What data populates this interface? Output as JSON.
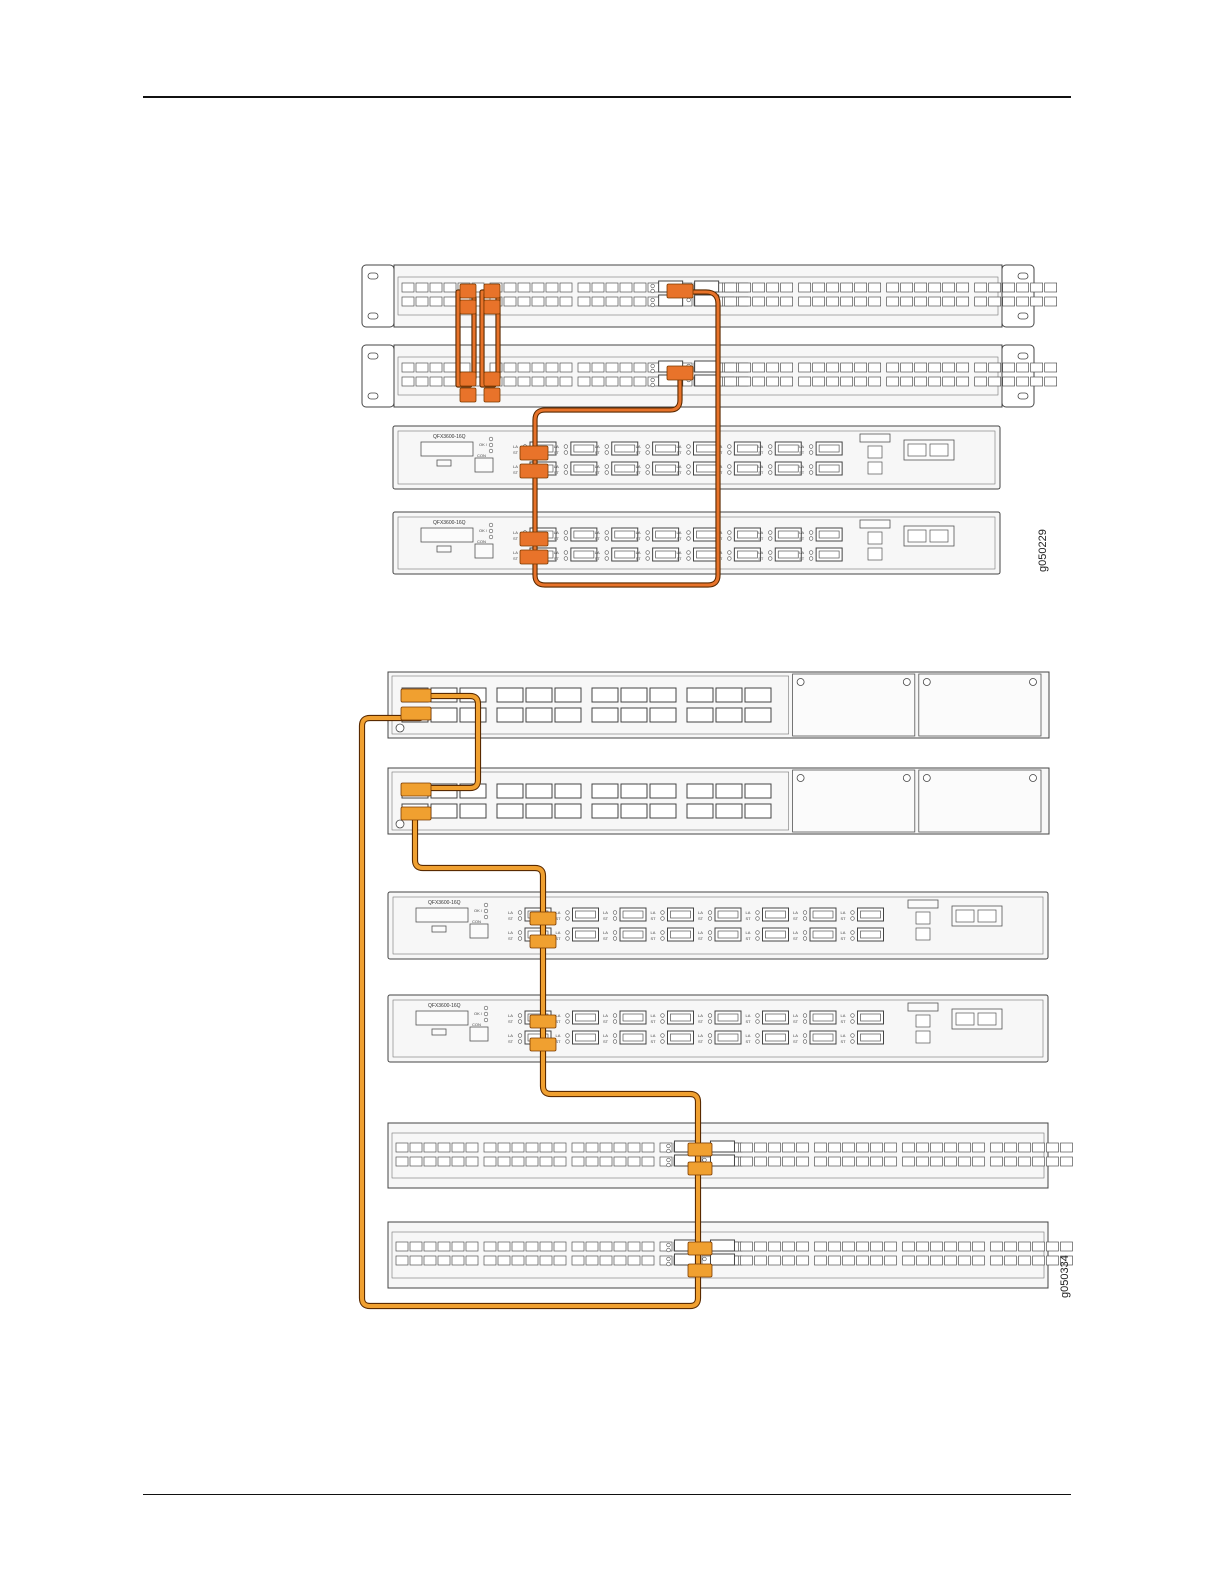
{
  "figures": [
    {
      "id": "g050229",
      "cable_color": "#e8732a"
    },
    {
      "id": "g050334",
      "cable_color": "#f0a030"
    }
  ],
  "device_labels": {
    "model": "QFX3600-16Q",
    "status_leds": [
      "",
      "OK / ",
      "",
      "CON"
    ],
    "port_led_labels": [
      "LA",
      "ST"
    ]
  },
  "colors": {
    "frame": "#444444",
    "panel": "#f7f7f7"
  }
}
